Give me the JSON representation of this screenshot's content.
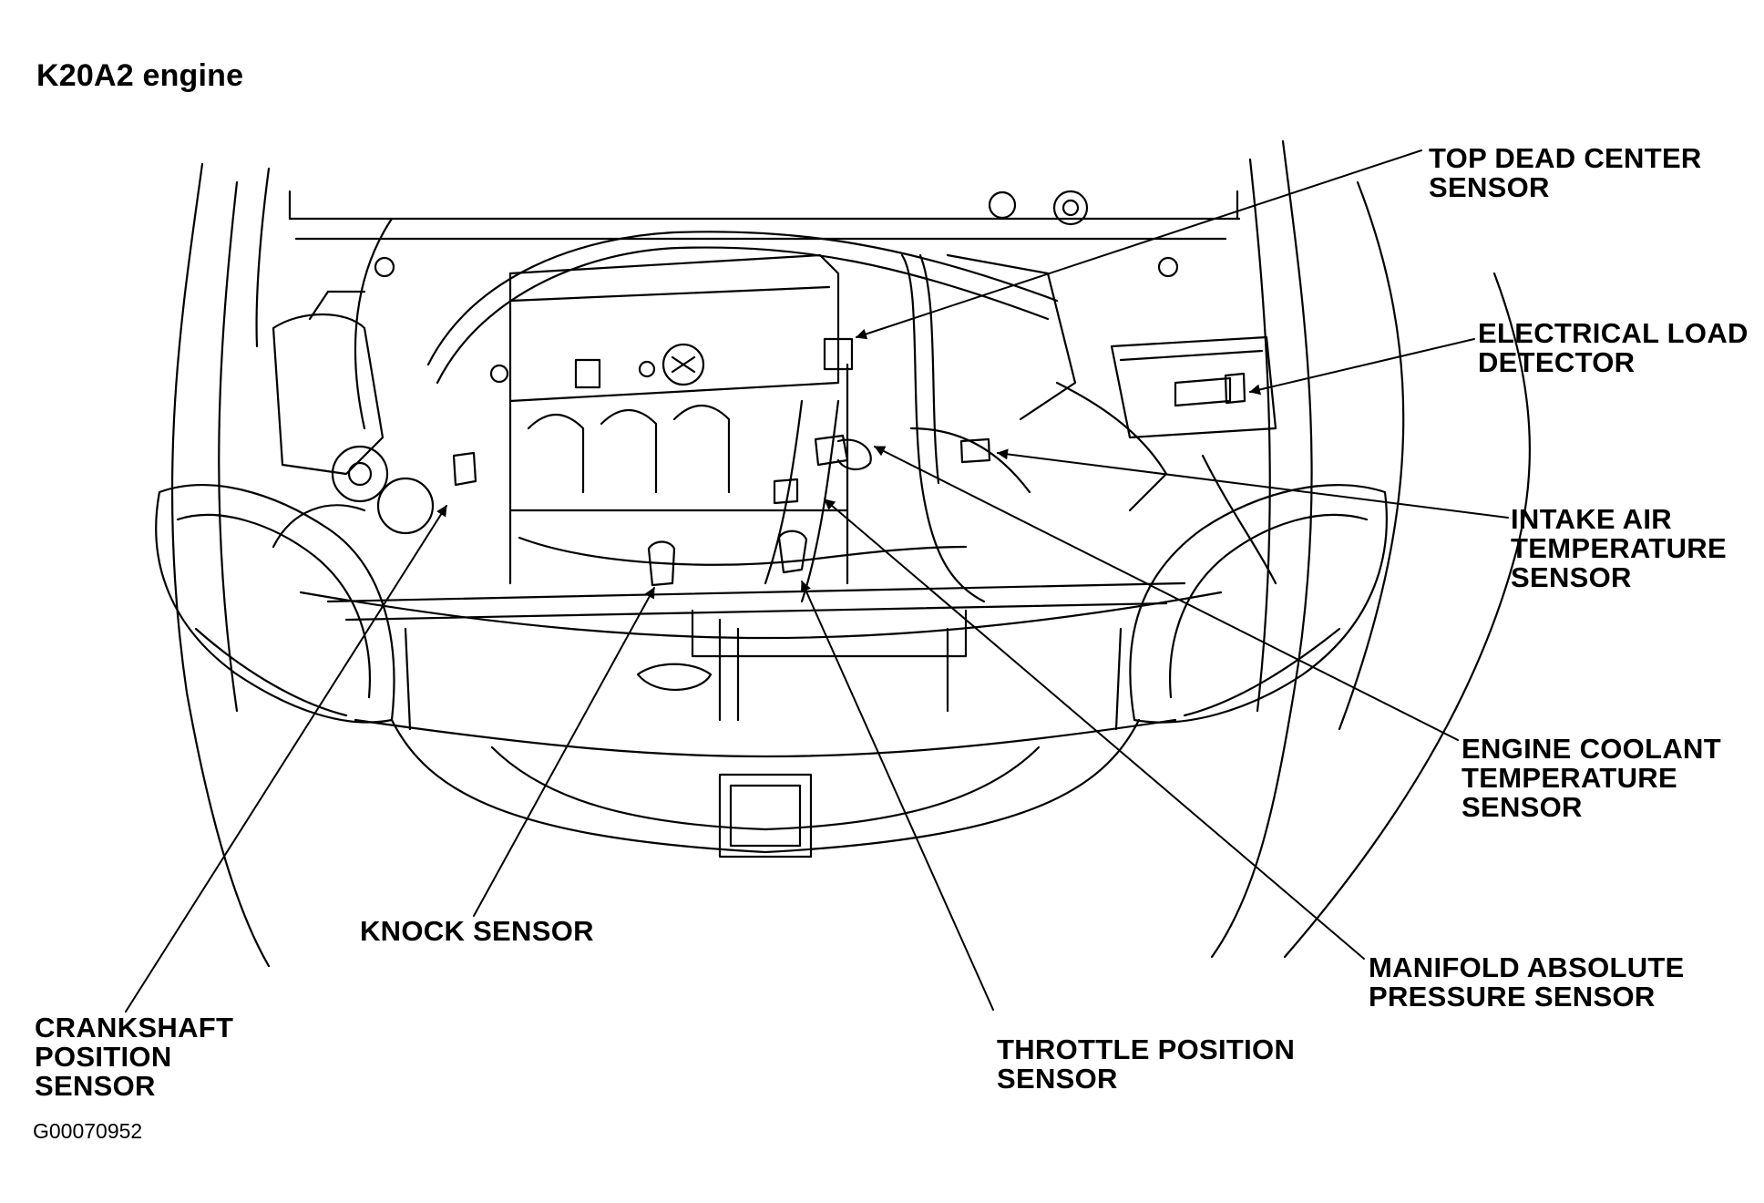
{
  "title": "K20A2 engine",
  "figure_id": "G00070952",
  "callouts": {
    "tdc": [
      "TOP DEAD CENTER",
      "SENSOR"
    ],
    "eld": [
      "ELECTRICAL LOAD",
      "DETECTOR"
    ],
    "iat": [
      "INTAKE AIR",
      "TEMPERATURE",
      "SENSOR"
    ],
    "ect": [
      "ENGINE COOLANT",
      "TEMPERATURE",
      "SENSOR"
    ],
    "map": [
      "MANIFOLD ABSOLUTE",
      "PRESSURE SENSOR"
    ],
    "tps": [
      "THROTTLE POSITION",
      "SENSOR"
    ],
    "knock": [
      "KNOCK SENSOR"
    ],
    "ckp": [
      "CRANKSHAFT",
      "POSITION",
      "SENSOR"
    ]
  }
}
